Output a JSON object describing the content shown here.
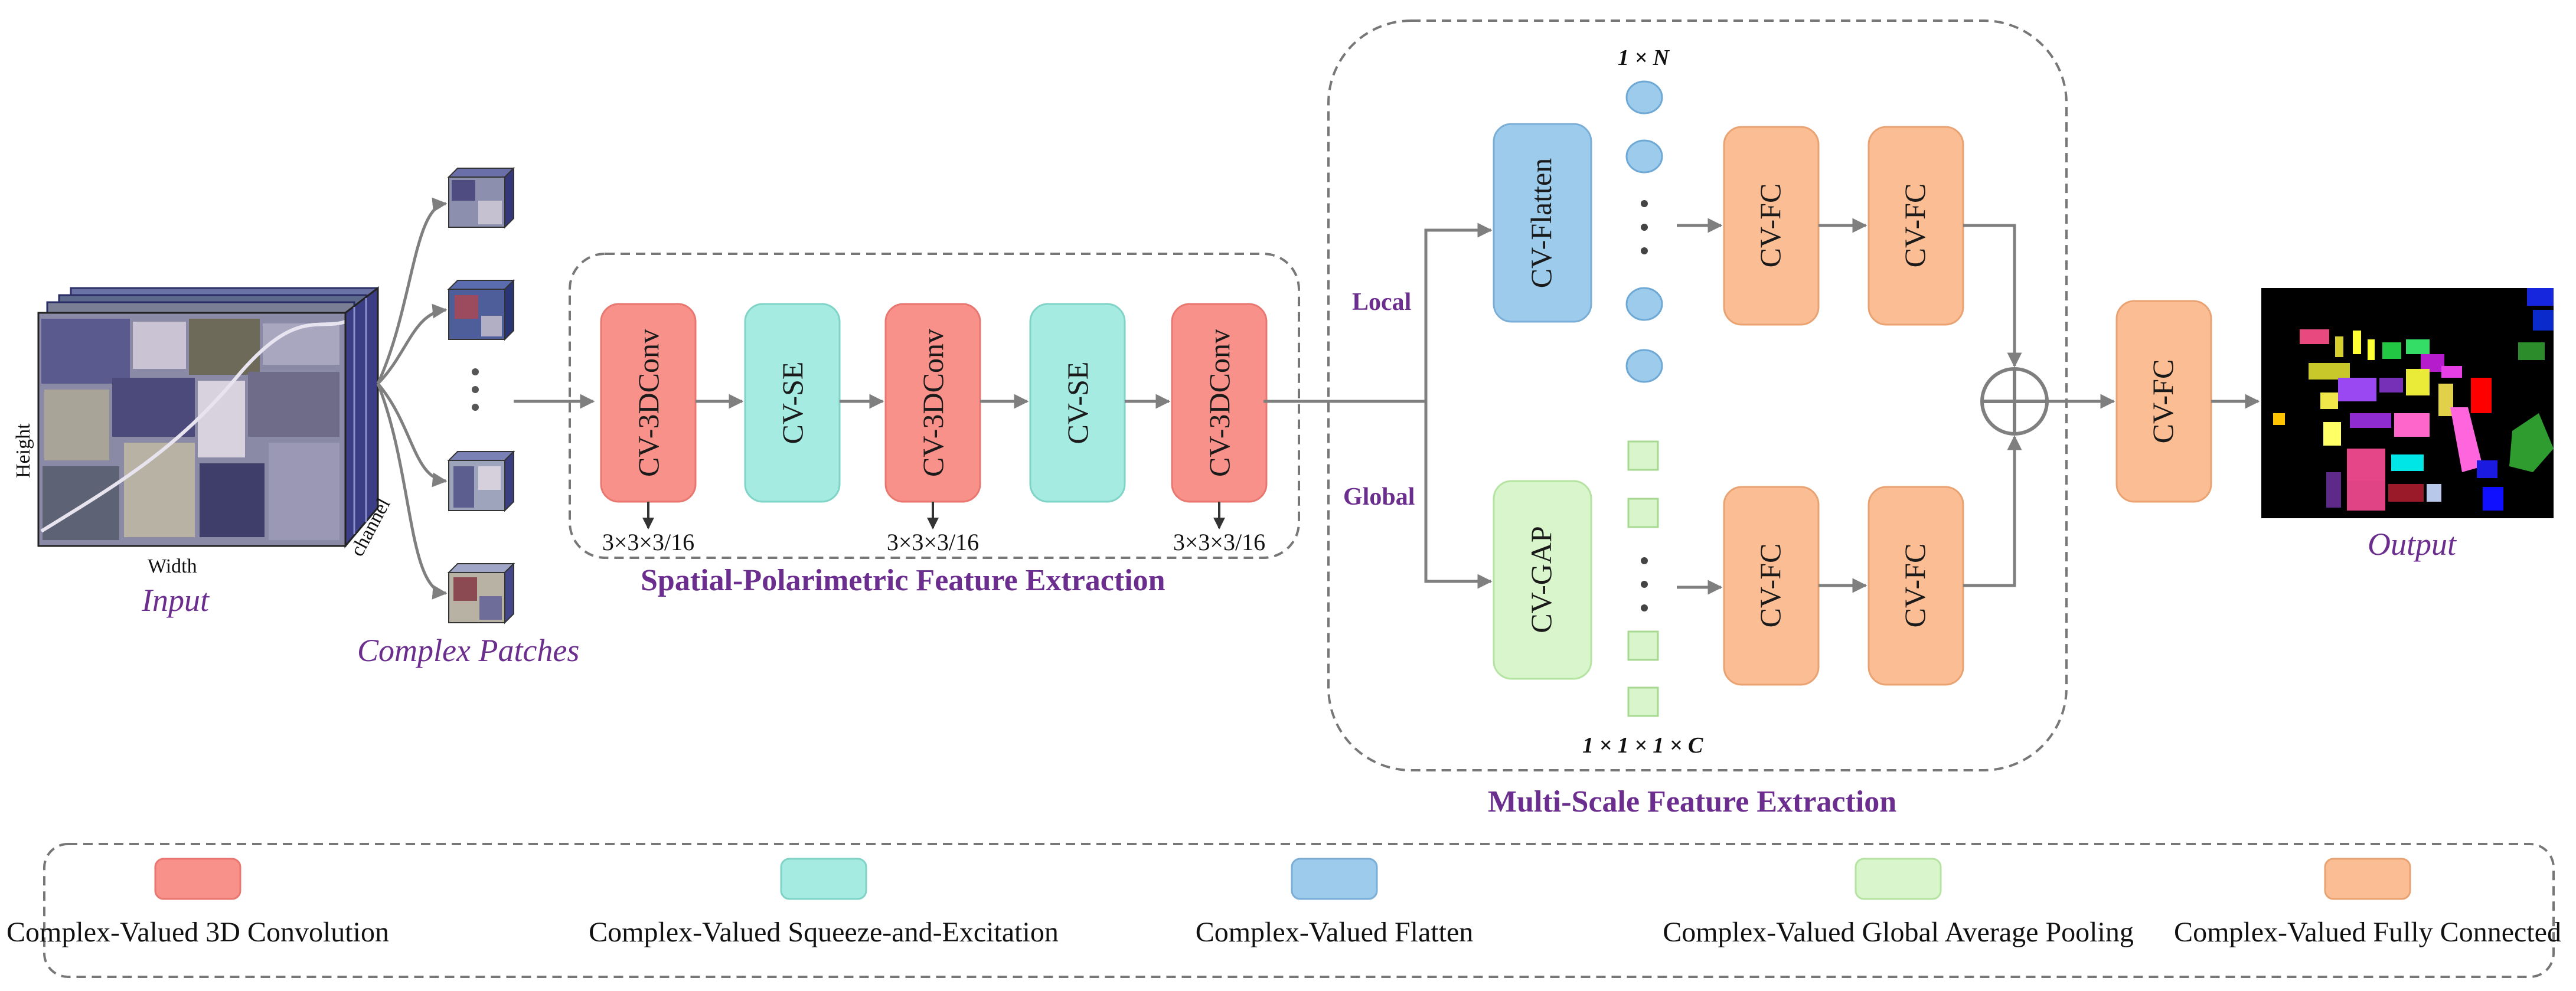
{
  "input": {
    "caption": "Input",
    "height_label": "Height",
    "width_label": "Width",
    "channel_label": "channel"
  },
  "patches": {
    "caption": "Complex Patches"
  },
  "spatial": {
    "title": "Spatial-Polarimetric Feature Extraction",
    "blocks": [
      {
        "label": "CV-3DConv",
        "kind": "conv",
        "dim": "3×3×3/16"
      },
      {
        "label": "CV-SE",
        "kind": "se"
      },
      {
        "label": "CV-3DConv",
        "kind": "conv",
        "dim": "3×3×3/16"
      },
      {
        "label": "CV-SE",
        "kind": "se"
      },
      {
        "label": "CV-3DConv",
        "kind": "conv",
        "dim": "3×3×3/16"
      }
    ]
  },
  "multiscale": {
    "title": "Multi-Scale Feature Extraction",
    "local_label": "Local",
    "global_label": "Global",
    "flatten_label": "CV-Flatten",
    "gap_label": "CV-GAP",
    "fc_label": "CV-FC",
    "local_dim": "1 × N",
    "global_dim": "1 × 1 × 1 × C"
  },
  "output": {
    "caption": "Output",
    "fc_label": "CV-FC"
  },
  "colors": {
    "conv": "#f8918a",
    "se": "#a6ebe2",
    "flatten": "#9ccbec",
    "gap": "#d9f5cc",
    "fc": "#fbbd93",
    "purple": "#6b2d8e",
    "arrow": "#7f7f7f"
  },
  "legend": [
    {
      "label": "Complex-Valued 3D Convolution",
      "kind": "conv"
    },
    {
      "label": "Complex-Valued Squeeze-and-Excitation",
      "kind": "se"
    },
    {
      "label": "Complex-Valued Flatten",
      "kind": "flatten"
    },
    {
      "label": "Complex-Valued Global Average Pooling",
      "kind": "gap"
    },
    {
      "label": "Complex-Valued Fully Connected",
      "kind": "fc"
    }
  ]
}
